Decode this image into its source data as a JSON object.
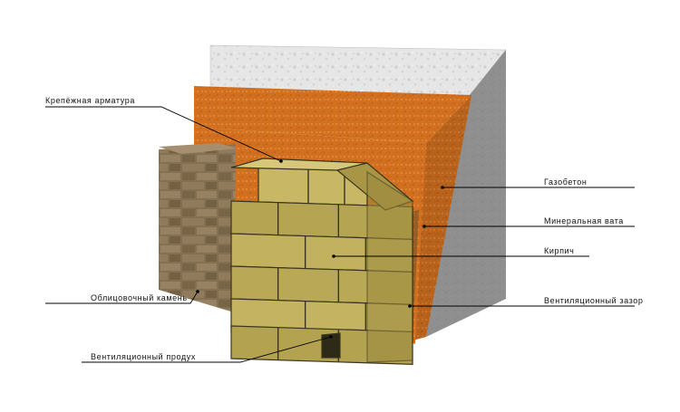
{
  "diagram": {
    "labels": {
      "fastening_rebar": "Крепёжная арматура",
      "aerated_concrete": "Газобетон",
      "mineral_wool": "Минеральная вата",
      "brick": "Кирпич",
      "ventilation_gap": "Вентиляционный зазор",
      "facing_stone": "Облицовочный камень",
      "ventilation_vent": "Вентиляционный продух"
    },
    "colors": {
      "aerated_concrete": "#9a9a9a",
      "aerated_concrete_top": "#e4e4e4",
      "mineral_wool": "#d1701e",
      "brick": "#b9a856",
      "brick_mortar": "#3a3520",
      "facing_stone": "#8a7455",
      "leader_line": "#000000"
    },
    "layers": [
      "Газобетон",
      "Минеральная вата",
      "Вентиляционный зазор",
      "Кирпич",
      "Облицовочный камень"
    ]
  }
}
